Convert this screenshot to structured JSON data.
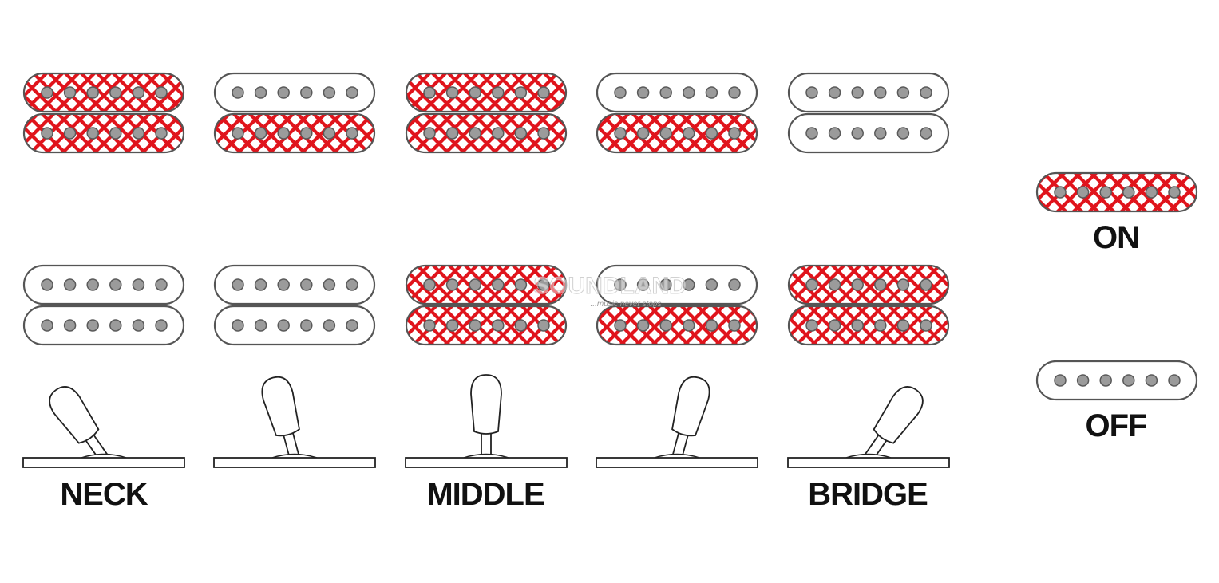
{
  "colors": {
    "on_fill": "#e0141c",
    "off_fill": "#ffffff",
    "outline": "#555555",
    "pole": "#9b9b9b",
    "label": "#111111"
  },
  "positions": [
    {
      "id": "pos1",
      "upper": {
        "top": "on",
        "bottom": "on"
      },
      "lower": {
        "top": "off",
        "bottom": "off"
      },
      "lever": "neck-far",
      "label": "NECK"
    },
    {
      "id": "pos2",
      "upper": {
        "top": "off",
        "bottom": "on"
      },
      "lower": {
        "top": "off",
        "bottom": "off"
      },
      "lever": "neck-near",
      "label": ""
    },
    {
      "id": "pos3",
      "upper": {
        "top": "on",
        "bottom": "on"
      },
      "lower": {
        "top": "on",
        "bottom": "on"
      },
      "lever": "center",
      "label": "MIDDLE"
    },
    {
      "id": "pos4",
      "upper": {
        "top": "off",
        "bottom": "on"
      },
      "lower": {
        "top": "off",
        "bottom": "on"
      },
      "lever": "bridge-near",
      "label": ""
    },
    {
      "id": "pos5",
      "upper": {
        "top": "off",
        "bottom": "off"
      },
      "lower": {
        "top": "on",
        "bottom": "on"
      },
      "lever": "bridge-far",
      "label": "BRIDGE"
    }
  ],
  "legend": {
    "on_label": "ON",
    "off_label": "OFF"
  },
  "watermark": {
    "brand": "SOUNDLAND",
    "tagline": "...music never stops"
  }
}
